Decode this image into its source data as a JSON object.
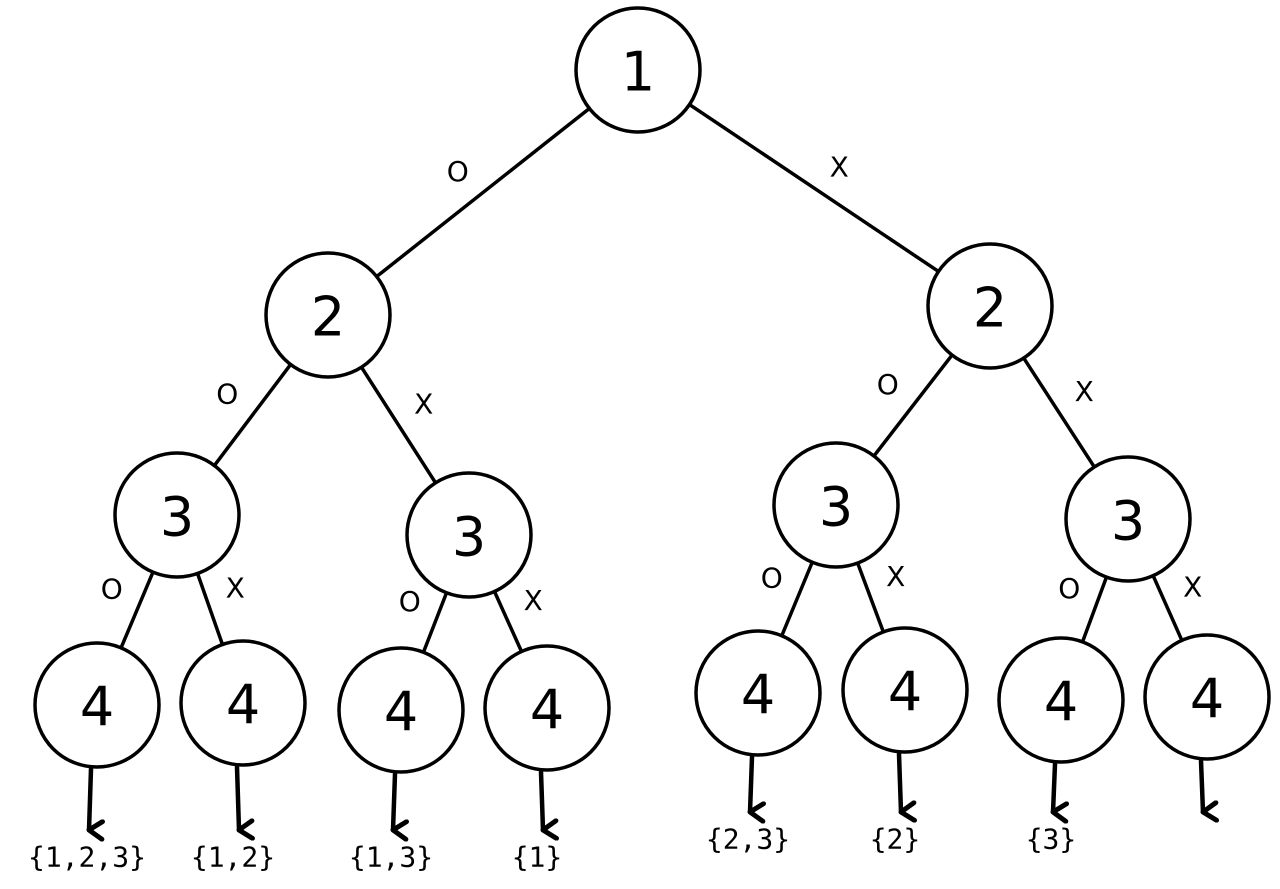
{
  "tree": {
    "nodes": [
      {
        "id": "n1",
        "label": "1"
      },
      {
        "id": "n2a",
        "label": "2"
      },
      {
        "id": "n2b",
        "label": "2"
      },
      {
        "id": "n3a",
        "label": "3"
      },
      {
        "id": "n3b",
        "label": "3"
      },
      {
        "id": "n3c",
        "label": "3"
      },
      {
        "id": "n3d",
        "label": "3"
      },
      {
        "id": "n4a",
        "label": "4"
      },
      {
        "id": "n4b",
        "label": "4"
      },
      {
        "id": "n4c",
        "label": "4"
      },
      {
        "id": "n4d",
        "label": "4"
      },
      {
        "id": "n4e",
        "label": "4"
      },
      {
        "id": "n4f",
        "label": "4"
      },
      {
        "id": "n4g",
        "label": "4"
      },
      {
        "id": "n4h",
        "label": "4"
      }
    ],
    "edges": [
      {
        "from": "n1",
        "to": "n2a",
        "label": "O"
      },
      {
        "from": "n1",
        "to": "n2b",
        "label": "X"
      },
      {
        "from": "n2a",
        "to": "n3a",
        "label": "O"
      },
      {
        "from": "n2a",
        "to": "n3b",
        "label": "X"
      },
      {
        "from": "n2b",
        "to": "n3c",
        "label": "O"
      },
      {
        "from": "n2b",
        "to": "n3d",
        "label": "X"
      },
      {
        "from": "n3a",
        "to": "n4a",
        "label": "O"
      },
      {
        "from": "n3a",
        "to": "n4b",
        "label": "X"
      },
      {
        "from": "n3b",
        "to": "n4c",
        "label": "O"
      },
      {
        "from": "n3b",
        "to": "n4d",
        "label": "X"
      },
      {
        "from": "n3c",
        "to": "n4e",
        "label": "O"
      },
      {
        "from": "n3c",
        "to": "n4f",
        "label": "X"
      },
      {
        "from": "n3d",
        "to": "n4g",
        "label": "O"
      },
      {
        "from": "n3d",
        "to": "n4h",
        "label": "X"
      }
    ],
    "leaf_results": [
      {
        "node": "n4a",
        "label": "{1,2,3}"
      },
      {
        "node": "n4b",
        "label": "{1,2}"
      },
      {
        "node": "n4c",
        "label": "{1,3}"
      },
      {
        "node": "n4d",
        "label": "{1}"
      },
      {
        "node": "n4e",
        "label": "{2,3}"
      },
      {
        "node": "n4f",
        "label": "{2}"
      },
      {
        "node": "n4g",
        "label": "{3}"
      },
      {
        "node": "n4h",
        "label": ""
      }
    ]
  }
}
